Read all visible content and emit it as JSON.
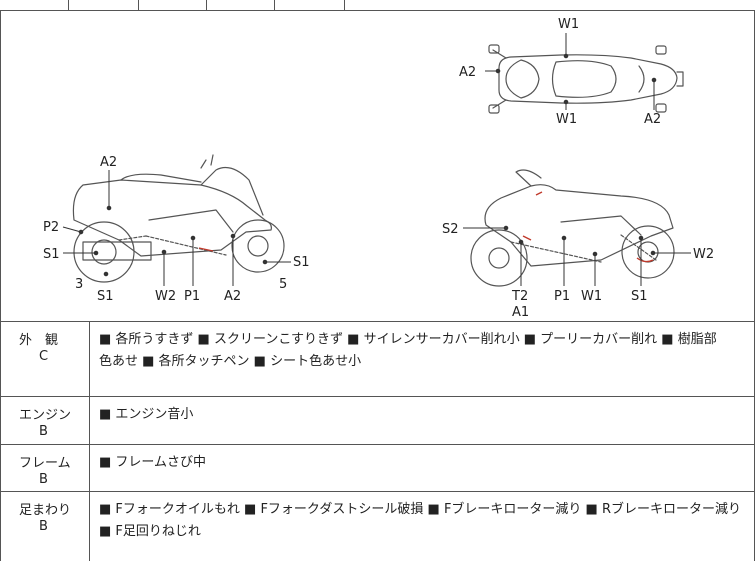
{
  "diagram": {
    "labels": {
      "top_w1_upper": "W1",
      "top_a2_left": "A2",
      "top_w1_lower": "W1",
      "top_a2_right": "A2",
      "left_a2": "A2",
      "left_p2": "P2",
      "left_s1_front": "S1",
      "left_s1_rear": "S1",
      "left_3": "3",
      "left_s1_bottom": "S1",
      "left_w2": "W2",
      "left_p1": "P1",
      "left_a2_bottom": "A2",
      "left_5": "5",
      "right_s2": "S2",
      "right_w2": "W2",
      "right_t2": "T2",
      "right_a1": "A1",
      "right_p1": "P1",
      "right_w1": "W1",
      "right_s1": "S1"
    }
  },
  "sections": [
    {
      "name": "外　観",
      "grade": "C",
      "items": [
        "各所うすきず",
        "スクリーンこすりきず",
        "サイレンサーカバー削れ小",
        "プーリーカバー削れ",
        "樹脂部色あせ",
        "各所タッチペン",
        "シート色あせ小"
      ],
      "text_line1": "■ 各所うすきず ■ スクリーンこすりきず ■ サイレンサーカバー削れ小 ■ プーリーカバー削れ ■ 樹脂部",
      "text_line2": "色あせ ■ 各所タッチペン ■ シート色あせ小"
    },
    {
      "name": "エンジン",
      "grade": "B",
      "text_line1": "■ エンジン音小"
    },
    {
      "name": "フレーム",
      "grade": "B",
      "text_line1": "■ フレームさび中"
    },
    {
      "name": "足まわり",
      "grade": "B",
      "text_line1": "■ Fフォークオイルもれ ■ Fフォークダストシール破損 ■ Fブレーキローター減り ■ Rブレーキローター減り",
      "text_line2": "■ F足回りねじれ"
    }
  ]
}
